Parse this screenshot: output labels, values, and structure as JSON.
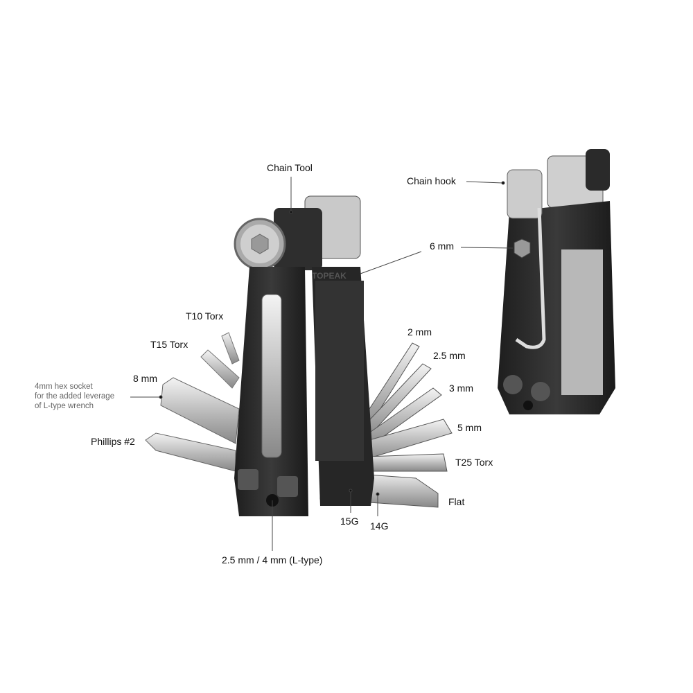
{
  "callouts": {
    "chain_tool": "Chain Tool",
    "chain_hook": "Chain hook",
    "six_mm": "6 mm",
    "t10": "T10 Torx",
    "t15": "T15 Torx",
    "eight_mm": "8 mm",
    "hex_socket_note": [
      "4mm hex socket",
      "for the added leverage",
      "of L-type wrench"
    ],
    "phillips": "Phillips #2",
    "two_mm": "2 mm",
    "two_five_mm": "2.5 mm",
    "three_mm": "3 mm",
    "five_mm": "5 mm",
    "t25": "T25 Torx",
    "flat": "Flat",
    "g15": "15G",
    "g14": "14G",
    "l_type": "2.5 mm / 4 mm (L-type)"
  },
  "brand_logo_text": "TOPEAK",
  "colors": {
    "body": "#2a2a2a",
    "steel": "#d8d8d8",
    "line": "#444444"
  }
}
